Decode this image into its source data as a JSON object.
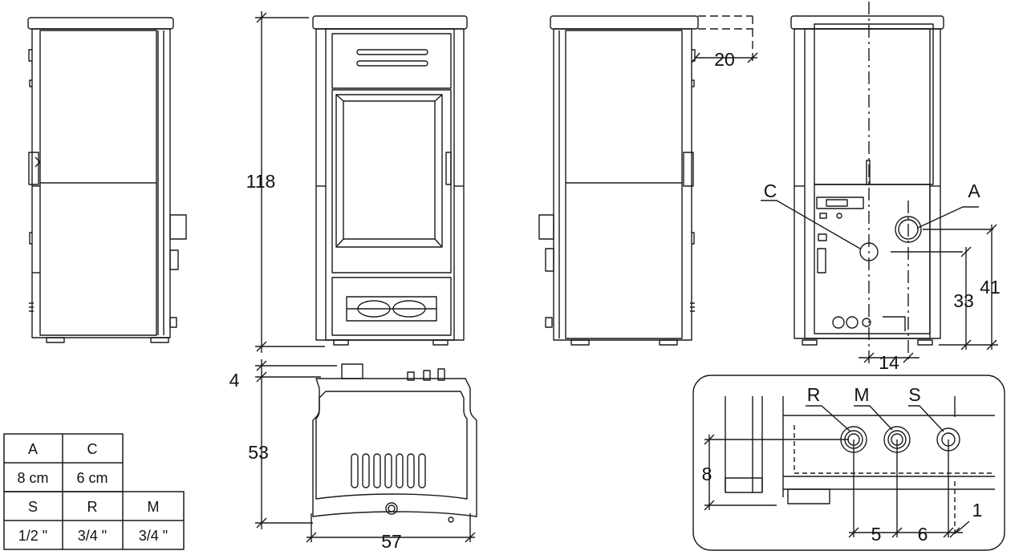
{
  "views": {
    "dims": {
      "height": "118",
      "flue_offset": "20",
      "a_label": "A",
      "c_label": "C",
      "a_height": "41",
      "c_height": "33",
      "axis_offset": "14",
      "top_clear": "4",
      "depth": "53",
      "width": "57"
    },
    "detail": {
      "r": "R",
      "m": "M",
      "s": "S",
      "height": "8",
      "gap_rm": "5",
      "gap_ms": "6",
      "gap_s": "1"
    }
  },
  "connection_table": {
    "row1_headers": [
      "A",
      "C"
    ],
    "row1_values": [
      "8 cm",
      "6 cm"
    ],
    "row2_headers": [
      "S",
      "R",
      "M"
    ],
    "row2_values": [
      "1/2 \"",
      "3/4 \"",
      "3/4 \""
    ]
  },
  "colors": {
    "line": "#1a1a1a",
    "background": "#ffffff"
  }
}
